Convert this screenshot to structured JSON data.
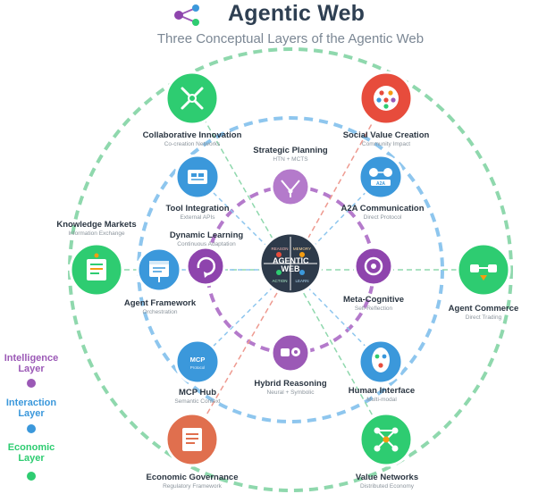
{
  "title": "Agentic Web",
  "subtitle": "Three Conceptual Layers of the Agentic Web",
  "colors": {
    "intelligence": "#9b59b6",
    "interaction": "#3b98db",
    "economic": "#2ecc71",
    "social": "#e74c3c",
    "governance": "#e06f4e",
    "core": "#2d3a4a"
  },
  "core": {
    "title": "AGENTIC WEB",
    "quadrants": [
      "REASON",
      "MEMORY",
      "ACTION",
      "LEARN"
    ]
  },
  "nodes": {
    "collaborative_innovation": {
      "name": "Collaborative Innovation",
      "sub": "Co-creation Networks",
      "icon": "crossed-tools-icon"
    },
    "social_value_creation": {
      "name": "Social Value Creation",
      "sub": "Community Impact",
      "icon": "community-dots-icon"
    },
    "strategic_planning": {
      "name": "Strategic Planning",
      "sub": "HTN + MCTS",
      "icon": "tree-plan-icon"
    },
    "tool_integration": {
      "name": "Tool Integration",
      "sub": "External APIs",
      "icon": "toolbox-icon"
    },
    "a2a_communication": {
      "name": "A2A Communication",
      "sub": "Direct Protocol",
      "icon": "agent-pair-icon",
      "badge": "A2A"
    },
    "knowledge_markets": {
      "name": "Knowledge Markets",
      "sub": "Information Exchange",
      "icon": "document-tree-icon"
    },
    "dynamic_learning": {
      "name": "Dynamic Learning",
      "sub": "Continuous Adaptation",
      "icon": "cycle-icon"
    },
    "agent_framework": {
      "name": "Agent Framework",
      "sub": "Orchestration",
      "icon": "framework-window-icon"
    },
    "meta_cognitive": {
      "name": "Meta-Cognitive",
      "sub": "Self-Reflection",
      "icon": "reflection-ring-icon"
    },
    "agent_commerce": {
      "name": "Agent Commerce",
      "sub": "Direct Trading",
      "icon": "trade-exchange-icon"
    },
    "mcp_hub": {
      "name": "MCP Hub",
      "sub": "Semantic Context",
      "icon": "protocol-hub-icon",
      "line1": "MCP",
      "line2": "Protocol"
    },
    "hybrid_reasoning": {
      "name": "Hybrid Reasoning",
      "sub": "Neural + Symbolic",
      "icon": "neural-symbolic-icon"
    },
    "human_interface": {
      "name": "Human Interface",
      "sub": "Multi-modal",
      "icon": "human-face-icon"
    },
    "economic_governance": {
      "name": "Economic Governance",
      "sub": "Regulatory Framework",
      "icon": "regulation-document-icon"
    },
    "value_networks": {
      "name": "Value Networks",
      "sub": "Distributed Economy",
      "icon": "network-graph-icon"
    }
  },
  "legend": {
    "intelligence": "Intelligence Layer",
    "interaction": "Interaction Layer",
    "economic": "Economic Layer"
  }
}
